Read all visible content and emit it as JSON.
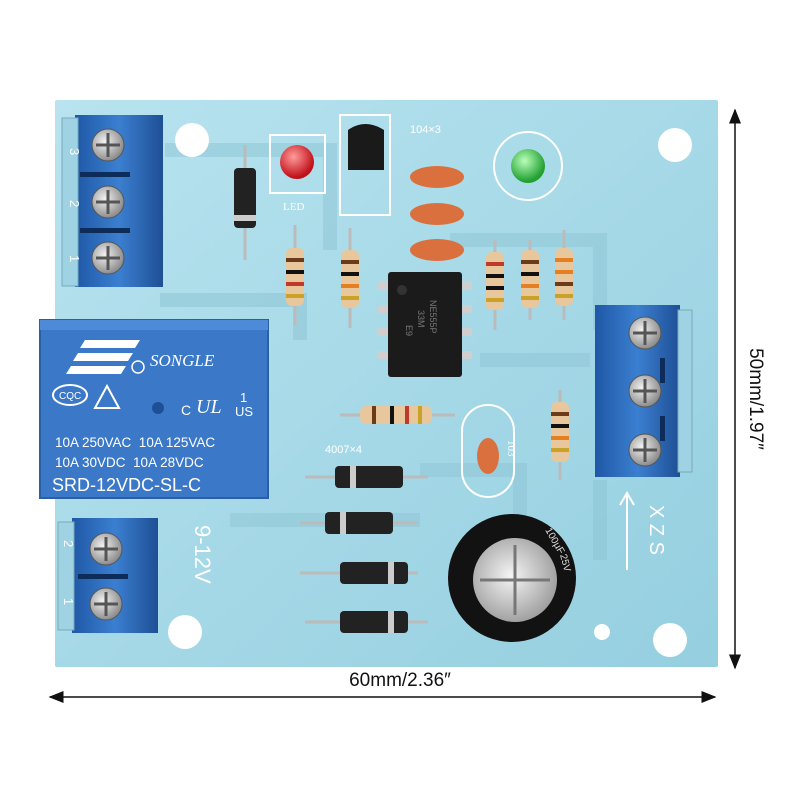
{
  "dimensions": {
    "width_label": "60mm/2.36″",
    "height_label": "50mm/1.97″"
  },
  "relay": {
    "brand": "SONGLE",
    "cert_left": "CQC",
    "cert_c": "C",
    "cert_ul": "UL",
    "cert_us": "US",
    "cert_one": "1",
    "rating_line1": "10A 250VAC  10A 125VAC",
    "rating_line2": "10A 30VDC  10A 28VDC",
    "model": "SRD-12VDC-SL-C"
  },
  "silkscreen": {
    "led": "LED",
    "cap_104": "104×3",
    "diode_4007": "4007×4",
    "voltage": "9-12V",
    "zxs": "X Z S",
    "cap_103": "103",
    "term_top_1": "1",
    "term_top_2": "2",
    "term_top_3": "3",
    "term_bl_1": "1",
    "term_bl_2": "2"
  },
  "ic": {
    "line1": "NE555P",
    "line2": "33M",
    "line3": "E9"
  },
  "capacitor": {
    "line1": "100µF",
    "line2": "25V"
  },
  "colors": {
    "pcb": "#a8dbe8",
    "terminal": "#2f6fc4",
    "relay": "#3b78c8",
    "led_red": "#d8242a",
    "led_green": "#3fc24a"
  }
}
